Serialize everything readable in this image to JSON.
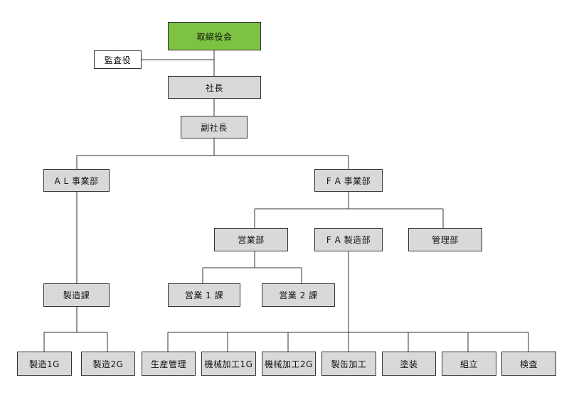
{
  "org_chart": {
    "board": "取締役会",
    "auditor": "監査役",
    "president": "社長",
    "vice_president": "副社長",
    "al_division": "A L 事業部",
    "fa_division": "F A 事業部",
    "sales_dept": "営業部",
    "fa_manufacturing": "F A 製造部",
    "management_dept": "管理部",
    "al_manufacturing_section": "製造課",
    "sales_section_1": "営業 1 課",
    "sales_section_2": "営業 2 課",
    "al_manufacturing_groups": [
      "製造1G",
      "製造2G"
    ],
    "fa_manufacturing_units": [
      "生産管理",
      "機械加工1G",
      "機械加工2G",
      "製缶加工",
      "塗装",
      "組立",
      "検査"
    ]
  },
  "colors": {
    "board_fill": "#7dc242",
    "box_fill": "#d9d9d9",
    "auditor_fill": "#ffffff",
    "line": "#333333"
  }
}
